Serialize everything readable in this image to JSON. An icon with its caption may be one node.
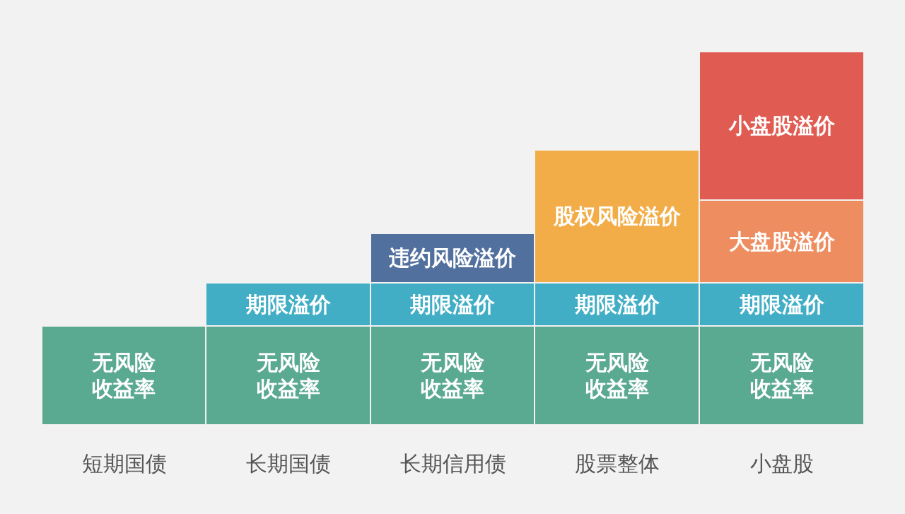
{
  "diagram": {
    "nodes": [
      {
        "text": [
          "小盘股溢价"
        ]
      },
      {
        "text": [
          "股权风险溢价"
        ]
      },
      {
        "text": [
          "大盘股溢价"
        ]
      },
      {
        "text": [
          "违约风险溢价"
        ]
      },
      {
        "text": [
          "期限溢价"
        ]
      },
      {
        "text": [
          "期限溢价"
        ]
      },
      {
        "text": [
          "期限溢价"
        ]
      },
      {
        "text": [
          "期限溢价"
        ]
      },
      {
        "text": [
          "无风险收益率"
        ]
      },
      {
        "text": [
          "无风险收益率"
        ]
      },
      {
        "text": [
          "无风险收益率"
        ]
      },
      {
        "text": [
          "无风险收益率"
        ]
      },
      {
        "text": [
          "无风险收益率"
        ]
      }
    ],
    "labels": [
      "短期国债",
      "长期国债",
      "长期信用债",
      "股票整体",
      "小盘股"
    ]
  }
}
